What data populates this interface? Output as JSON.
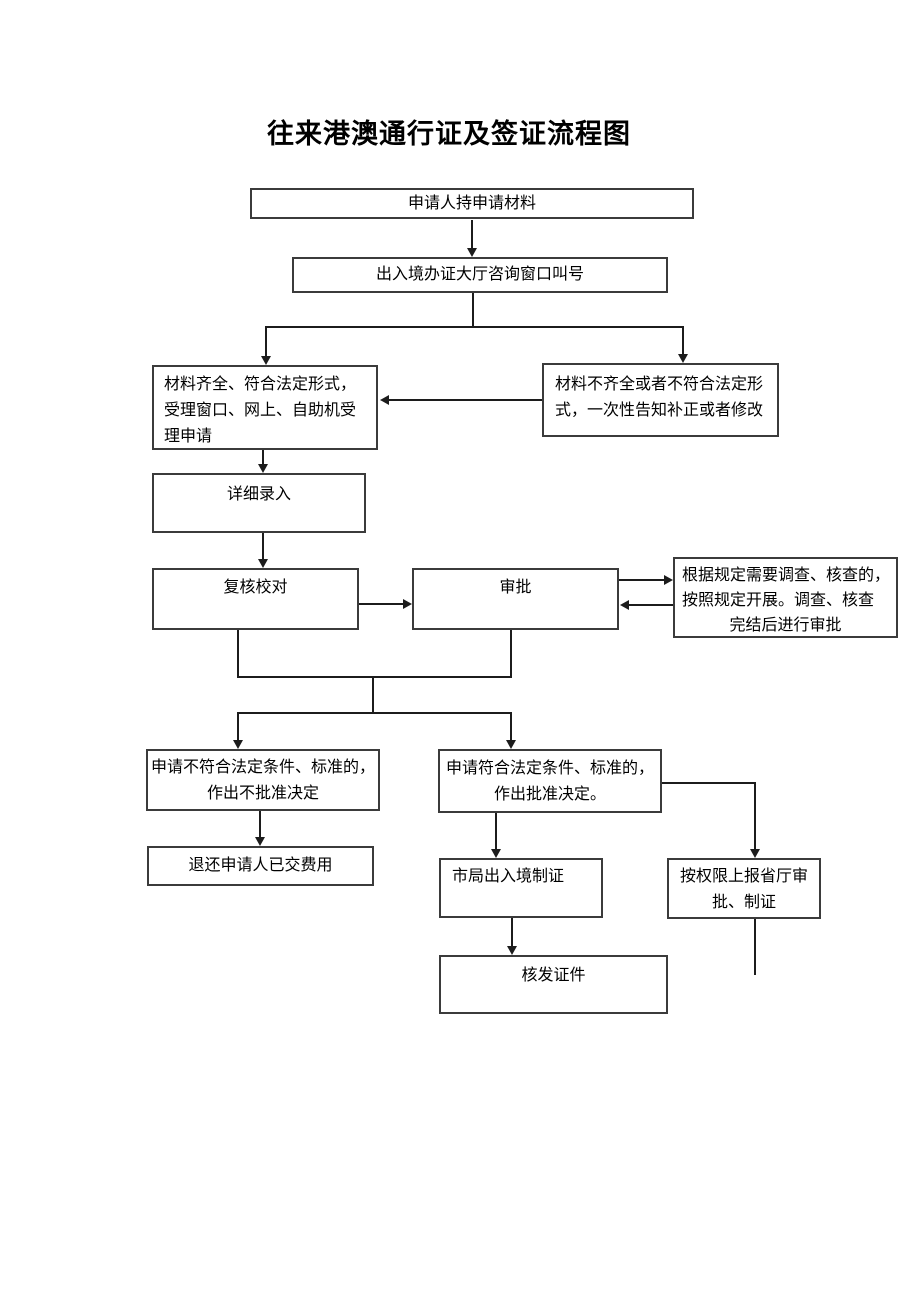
{
  "title": "往来港澳通行证及签证流程图",
  "flowchart": {
    "nodes": {
      "applicant": {
        "label": "申请人持申请材料"
      },
      "hall": {
        "label": "出入境办证大厅咨询窗口叫号"
      },
      "materials_ok": {
        "lines": [
          "材料齐全、符合法定形式，",
          "受理窗口、网上、自助机受",
          "理申请"
        ]
      },
      "materials_missing": {
        "lines": [
          "材料不齐全或者不符合法定形",
          "式，一次性告知补正或者修改"
        ]
      },
      "detail_entry": {
        "label": "详细录入"
      },
      "review": {
        "label": "复核校对"
      },
      "approval": {
        "label": "审批"
      },
      "investigation": {
        "lines": [
          "根据规定需要调查、核查的，",
          "按照规定开展。调查、核查",
          "完结后进行审批"
        ]
      },
      "reject_decision": {
        "lines": [
          "申请不符合法定条件、标准的，",
          "作出不批准决定"
        ]
      },
      "approve_decision": {
        "lines": [
          "申请符合法定条件、标准的，",
          "作出批准决定。"
        ]
      },
      "refund": {
        "label": "退还申请人已交费用"
      },
      "city_bureau": {
        "label": "市局出入境制证"
      },
      "province_report": {
        "lines": [
          "按权限上报省厅审",
          "批、制证"
        ]
      },
      "issue": {
        "label": "核发证件"
      }
    },
    "colors": {
      "box_border": "#3b3b3b",
      "line": "#1c1c1c",
      "text": "#000000",
      "page_background": "#ffffff"
    }
  }
}
